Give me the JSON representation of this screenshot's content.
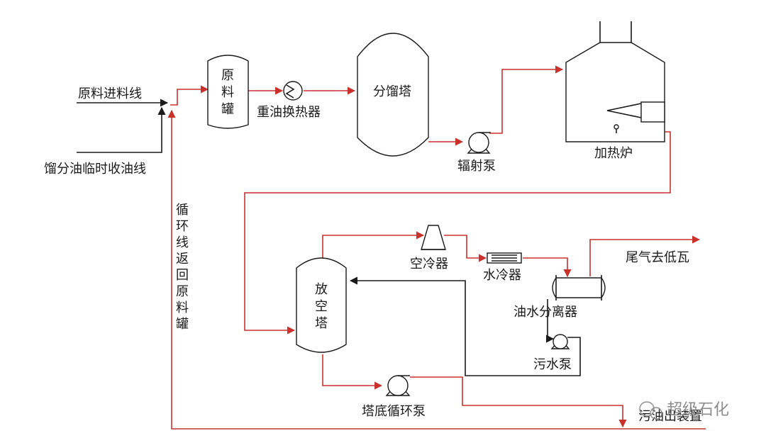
{
  "labels": {
    "feed_line": "原料进料线",
    "temp_oil_line": "馏分油临时收油线",
    "return_line_v": [
      "循",
      "环",
      "线",
      "返",
      "回",
      "原",
      "料",
      "罐"
    ],
    "feed_tank": [
      "原",
      "料",
      "罐"
    ],
    "heavy_oil_exchanger": "重油换热器",
    "fractionator": "分馏塔",
    "radiation_pump": "辐射泵",
    "heating_furnace": "加热炉",
    "blowdown_tower": [
      "放",
      "空",
      "塔"
    ],
    "air_cooler": "空冷器",
    "water_cooler": "水冷器",
    "tail_gas": "尾气去低瓦",
    "oil_water_separator": "油水分离器",
    "sewage_pump": "污水泵",
    "bottom_circ_pump": "塔底循环泵",
    "to_unit": "污油出装置"
  },
  "watermark": "超级石化",
  "colors": {
    "process_line": "#c8312c",
    "aux_line": "#1a1a1a"
  }
}
